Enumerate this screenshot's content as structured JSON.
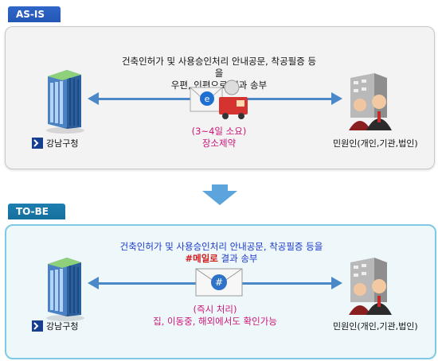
{
  "asis": {
    "tag": "AS-IS",
    "desc_line1": "건축인허가 및 사용승인처리 안내공문, 착공필증 등을",
    "desc_line2": "우편, 인편으로 결과 송부",
    "duration": "(3~4일 소요)",
    "constraint": "장소제약",
    "left_label": "강남구청",
    "right_label": "민원인(개인,기관,법인)"
  },
  "tobe": {
    "tag": "TO-BE",
    "desc_line1": "건축인허가 및 사용승인처리 안내공문, 착공필증 등을",
    "desc_email": "#메일로",
    "desc_line2_rest": " 결과 송부",
    "duration": "(즉시 처리)",
    "benefit": "집, 이동중, 해외에서도 확인가능",
    "left_label": "강남구청",
    "right_label": "민원인(개인,기관,법인)"
  },
  "colors": {
    "asis_tag": "#2f66c9",
    "tobe_tag": "#1d7fb0",
    "arrow": "#4a88c8",
    "accent_text": "#cc1577",
    "email_red": "#d11a1a",
    "tobe_text_blue": "#1a37c9"
  },
  "icons": [
    "building-icon",
    "people-icon",
    "mail-truck-icon",
    "email-envelope-icon",
    "gangnam-logo-icon",
    "down-arrow-icon"
  ]
}
